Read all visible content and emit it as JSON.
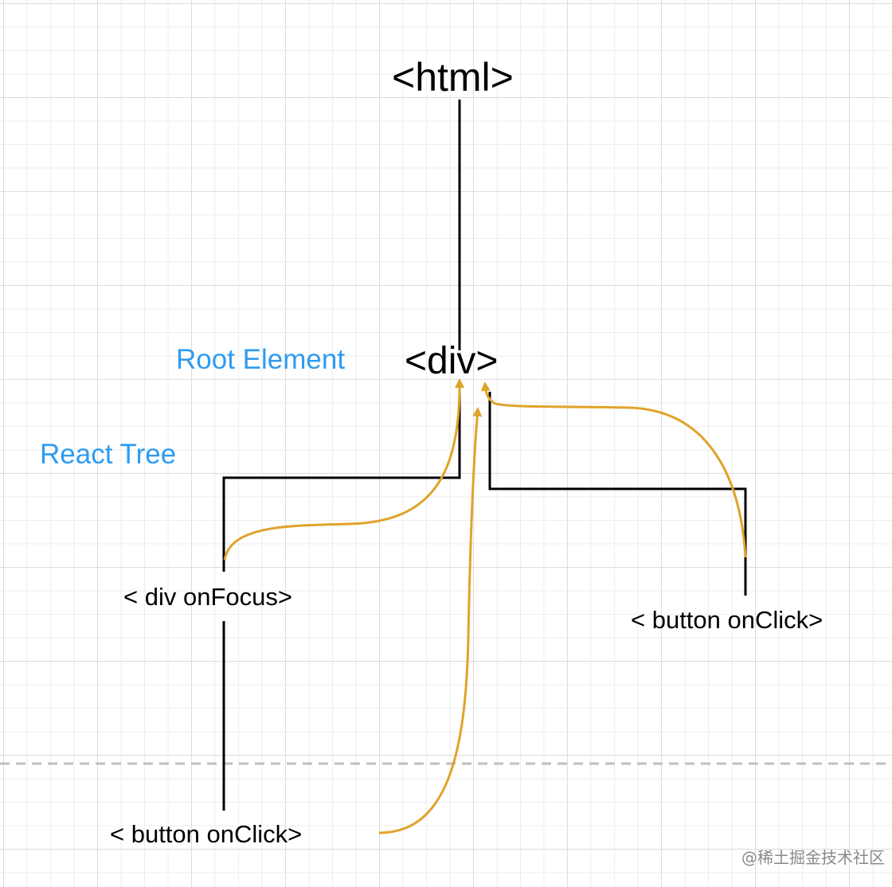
{
  "diagram": {
    "nodes": {
      "html": "<html>",
      "root_div": "<div>",
      "div_on_focus": "< div onFocus>",
      "button_on_click_right": "< button onClick>",
      "button_on_click_bottom": "< button onClick>"
    },
    "labels": {
      "root_element": "Root Element",
      "react_tree": "React Tree"
    },
    "watermark": "@稀土掘金技术社区",
    "colors": {
      "background": "#ffffff",
      "grid_major": "#dcdcdc",
      "grid_minor": "#eeeeee",
      "tree_line": "#000000",
      "event_arrow": "#e0a32a",
      "label_blue": "#2f9bef",
      "dashed_boundary": "#bfbfbf",
      "watermark_text": "#8a8a8a"
    }
  }
}
